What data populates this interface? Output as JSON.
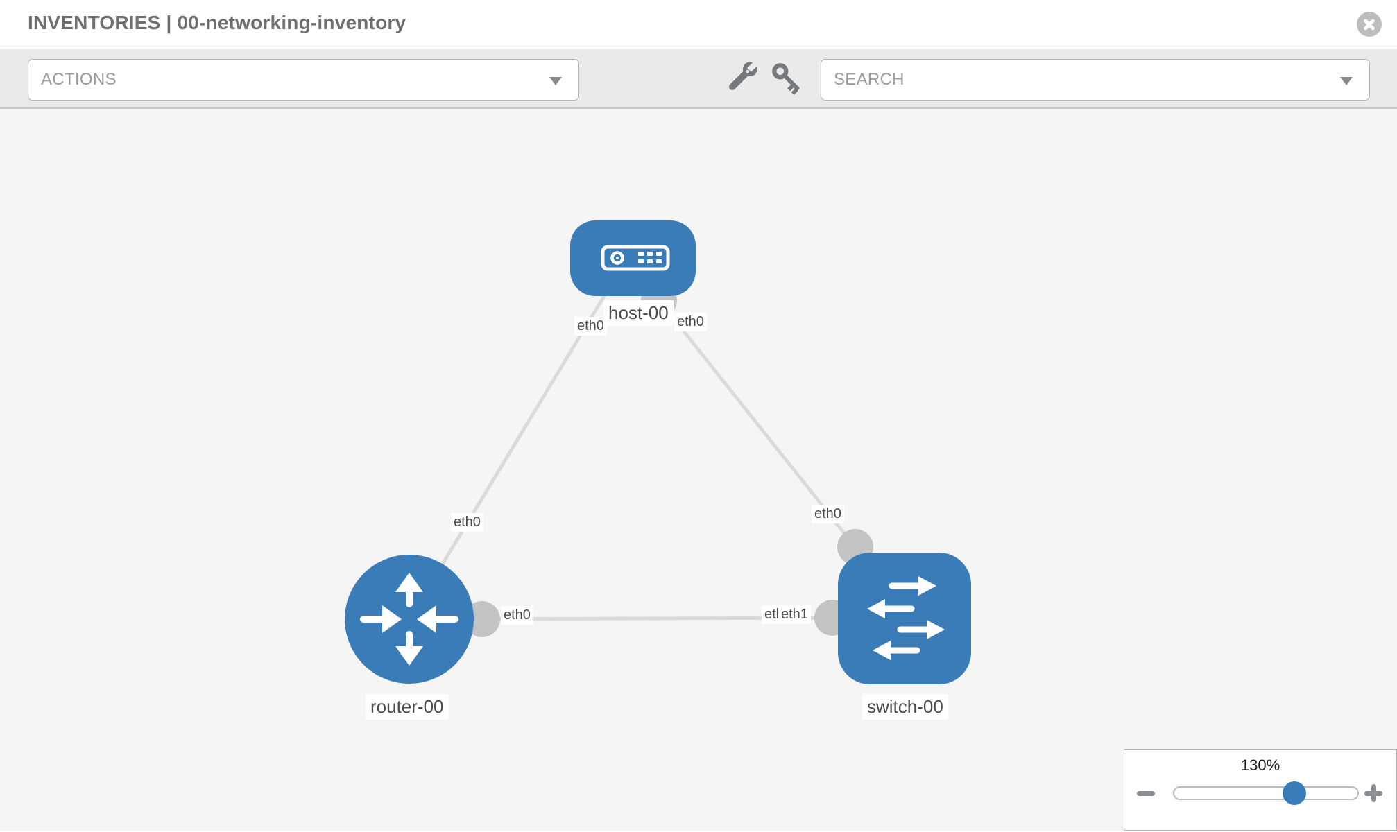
{
  "header": {
    "title": "INVENTORIES | 00-networking-inventory"
  },
  "toolbar": {
    "actions_placeholder": "ACTIONS",
    "search_placeholder": "SEARCH"
  },
  "icons": {
    "header": [
      "close-icon"
    ],
    "toolbar": [
      "wrench-icon",
      "key-icon",
      "chevron-down-icon"
    ],
    "zoom_panel": [
      "minus-icon",
      "plus-icon"
    ]
  },
  "topology": {
    "nodes": [
      {
        "id": "host-00",
        "type": "host",
        "label": "host-00"
      },
      {
        "id": "router-00",
        "type": "router",
        "label": "router-00"
      },
      {
        "id": "switch-00",
        "type": "switch",
        "label": "switch-00"
      }
    ],
    "links": [
      {
        "from": "router-00",
        "to": "host-00"
      },
      {
        "from": "host-00",
        "to": "switch-00"
      },
      {
        "from": "router-00",
        "to": "switch-00"
      }
    ],
    "iface_labels": {
      "host_left": "eth0",
      "host_right": "eth0",
      "router_top": "eth0",
      "switch_top": "eth0",
      "router_right": "eth0",
      "switch_left_back": "eth0",
      "switch_left_front": "eth1"
    },
    "colors": {
      "node_fill": "#3a7cb8",
      "link": "#dadada",
      "endpoint": "#c3c3c3",
      "label_text": "#4b4b4b"
    }
  },
  "zoom_panel": {
    "value_label": "130%",
    "percent": 130
  }
}
